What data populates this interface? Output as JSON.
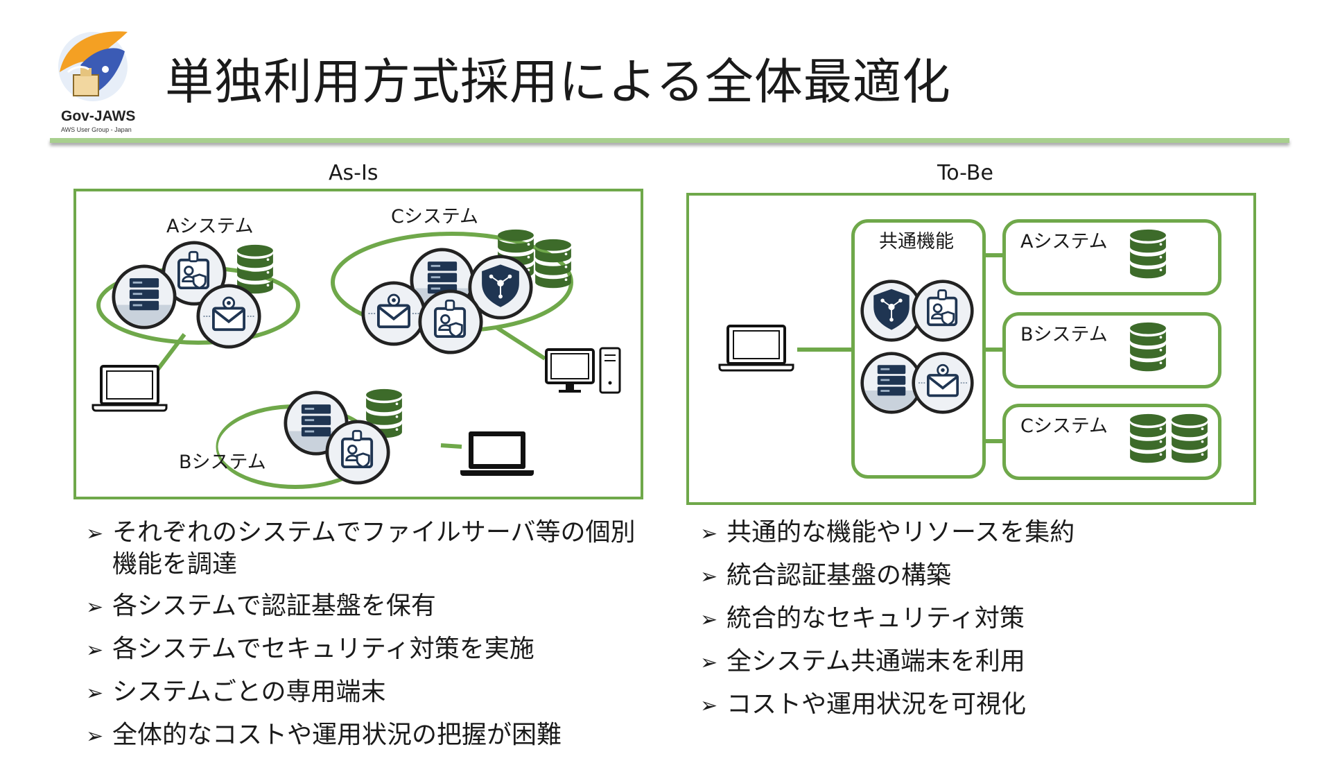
{
  "header": {
    "title": "単独利用方式採用による全体最適化",
    "logo_name": "Gov-JAWS",
    "logo_subtitle": "AWS User Group - Japan"
  },
  "as_is": {
    "label": "As-Is",
    "systems": {
      "a": "Aシステム",
      "b": "Bシステム",
      "c": "Cシステム"
    },
    "bullets": [
      "それぞれのシステムでファイルサーバ等の個別機能を調達",
      "各システムで認証基盤を保有",
      "各システムでセキュリティ対策を実施",
      "システムごとの専用端末",
      "全体的なコストや運用状況の把握が困難"
    ]
  },
  "to_be": {
    "label": "To-Be",
    "common_label": "共通機能",
    "systems": {
      "a": "Aシステム",
      "b": "Bシステム",
      "c": "Cシステム"
    },
    "bullets": [
      "共通的な機能やリソースを集約",
      "統合認証基盤の構築",
      "統合的なセキュリティ対策",
      "全システム共通端末を利用",
      "コストや運用状況を可視化"
    ]
  },
  "bullet_marker": "➢",
  "colors": {
    "accent_green": "#6fa84a",
    "db_green": "#3d6b2a",
    "icon_navy": "#1f3552",
    "rule_green": "#a8cf8e"
  }
}
